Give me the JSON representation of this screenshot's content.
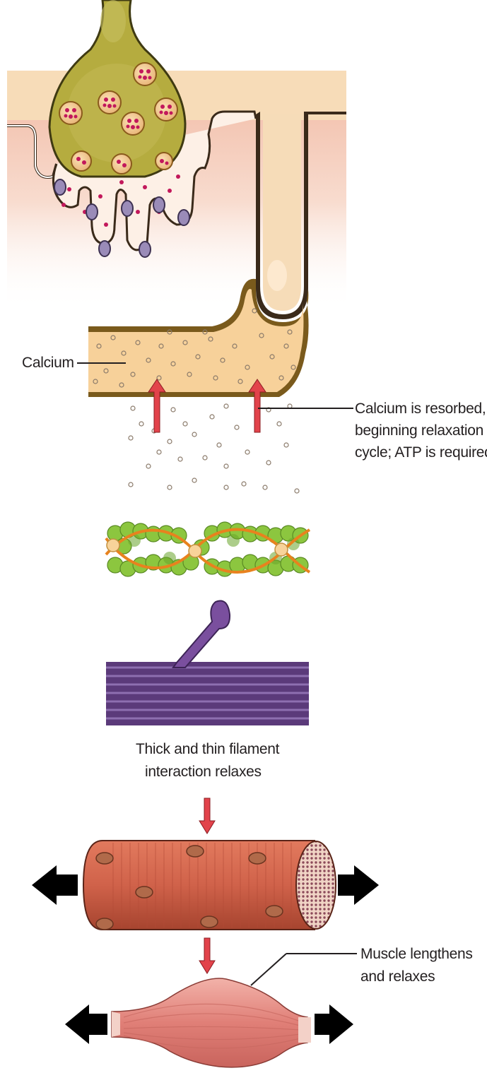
{
  "labels": {
    "calcium": "Calcium",
    "resorbed_line1": "Calcium is resorbed,",
    "resorbed_line2": "beginning relaxation",
    "resorbed_line3": "cycle; ATP is required",
    "filament_line1": "Thick and thin filament",
    "filament_line2": "interaction relaxes",
    "muscle_line1": "Muscle lengthens",
    "muscle_line2": "and relaxes"
  },
  "colors": {
    "sarcoplasm": "#f7d7a5",
    "sr_wall": "#7a5a1c",
    "terminal_green": "#b3ac3e",
    "vesicle_red": "#c2185b",
    "receptor_purple": "#8a7aa8",
    "arrow_red": "#e2434b",
    "actin_green": "#8cc63f",
    "tropomyosin_orange": "#e8821e",
    "myosin_purple": "#5b3a7a",
    "fiber_red": "#c8553d",
    "muscle_pink": "#e58f87"
  }
}
